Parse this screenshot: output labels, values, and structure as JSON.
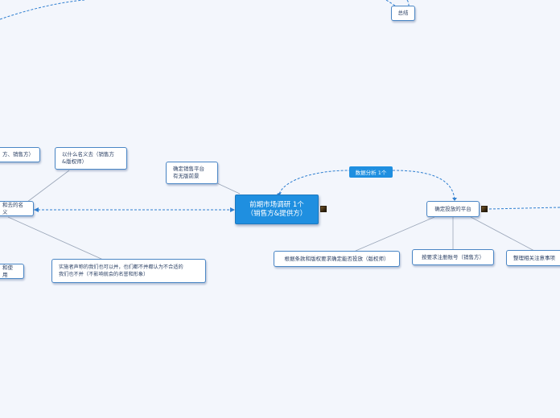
{
  "central": {
    "label": "前期市场调研 1个\n（销售方&提供方）"
  },
  "relation": {
    "label": "数据分析  1个"
  },
  "nodes": {
    "summary": "总结",
    "confirm_sales_platform": "确定销售平台\n有无版前景",
    "confirm_delivery_platform": "确定投放的平台",
    "left_partial_top": "方、销售方）",
    "what_name": "以什么名义去（销售方\n&版权师）",
    "left_partial_name": "和去的名义",
    "left_partial_use": "和使用",
    "fake_warning": "实施者声称的我们也可以并，也们都不并都认为不合适的\n我们也不并（不影响就会的名誉和形象）",
    "delivery_by_terms": "根据条款和版权要求确定能否投放（版权师）",
    "register_account": "按要求注册账号（销售方）",
    "organize_notes": "整理相关注意事项"
  },
  "colors": {
    "accent": "#1f8fe0",
    "border": "#4a86c5",
    "connector": "#9aa6b8",
    "dashed": "#2f7fd0",
    "background": "#f3f6fc"
  }
}
